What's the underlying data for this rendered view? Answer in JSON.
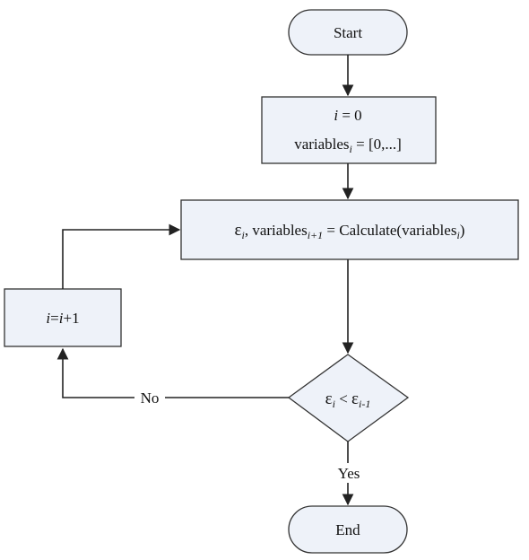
{
  "nodes": {
    "start": {
      "label": "Start"
    },
    "init": {
      "line1_var": "i",
      "line1_rest": " = 0",
      "line2_base": "variables",
      "line2_sub": "i",
      "line2_rest": " = [0,...]"
    },
    "calculate": {
      "eps": "ε",
      "eps_sub": "i",
      "mid": ", variables",
      "mid_sub": "i+1",
      "rest": " = Calculate(variables",
      "rest_sub": "i",
      "close": ")"
    },
    "increment": {
      "var1": "i",
      "eq": "=",
      "var2": "i",
      "plus": "+1"
    },
    "decision": {
      "eps1": "ε",
      "eps1_sub": "i",
      "op": " < ",
      "eps2": "ε",
      "eps2_sub": "i-1"
    },
    "end": {
      "label": "End"
    }
  },
  "edges": {
    "no_label": "No",
    "yes_label": "Yes"
  },
  "colors": {
    "box_fill": "#eef2f9",
    "stroke": "#333333"
  }
}
